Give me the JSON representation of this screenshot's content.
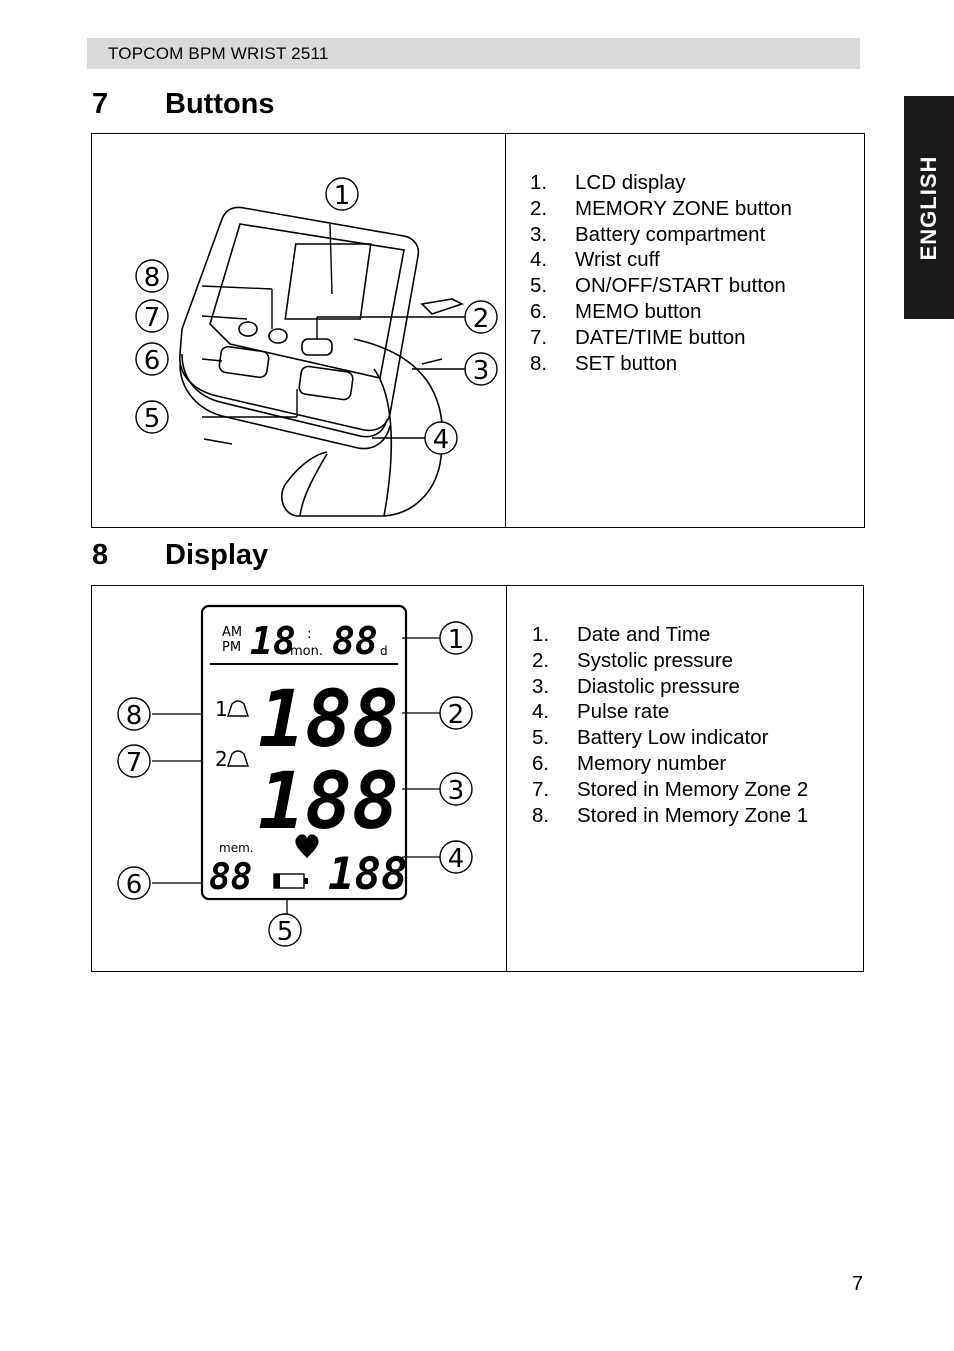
{
  "header": {
    "title": "TOPCOM BPM WRIST 2511"
  },
  "side_tab": {
    "label": "ENGLISH"
  },
  "sections": [
    {
      "number": "7",
      "title": "Buttons",
      "figure_callouts": [
        "1",
        "2",
        "3",
        "4",
        "5",
        "6",
        "7",
        "8"
      ],
      "items": [
        {
          "n": "1.",
          "label": "LCD display"
        },
        {
          "n": "2.",
          "label": "MEMORY ZONE button"
        },
        {
          "n": "3.",
          "label": "Battery compartment"
        },
        {
          "n": "4.",
          "label": "Wrist cuff"
        },
        {
          "n": "5.",
          "label": "ON/OFF/START button"
        },
        {
          "n": "6.",
          "label": "MEMO button"
        },
        {
          "n": "7.",
          "label": "DATE/TIME button"
        },
        {
          "n": "8.",
          "label": "SET button"
        }
      ]
    },
    {
      "number": "8",
      "title": "Display",
      "figure_callouts": [
        "1",
        "2",
        "3",
        "4",
        "5",
        "6",
        "7",
        "8"
      ],
      "lcd": {
        "am": "AM",
        "pm": "PM",
        "month_digits": "18",
        "month_unit": "mon.",
        "colon": ":",
        "day_digits": "88",
        "day_unit": "d",
        "zone1": "1",
        "zone2": "2",
        "systolic": "188",
        "diastolic": "188",
        "mem_label": "mem.",
        "mem_digits": "88",
        "pulse_digits": "188"
      },
      "items": [
        {
          "n": "1.",
          "label": "Date and Time"
        },
        {
          "n": "2.",
          "label": "Systolic pressure"
        },
        {
          "n": "3.",
          "label": "Diastolic pressure"
        },
        {
          "n": "4.",
          "label": "Pulse rate"
        },
        {
          "n": "5.",
          "label": "Battery Low indicator"
        },
        {
          "n": "6.",
          "label": "Memory number"
        },
        {
          "n": "7.",
          "label": "Stored in Memory Zone 2"
        },
        {
          "n": "8.",
          "label": "Stored in Memory Zone 1"
        }
      ]
    }
  ],
  "page_number": "7"
}
